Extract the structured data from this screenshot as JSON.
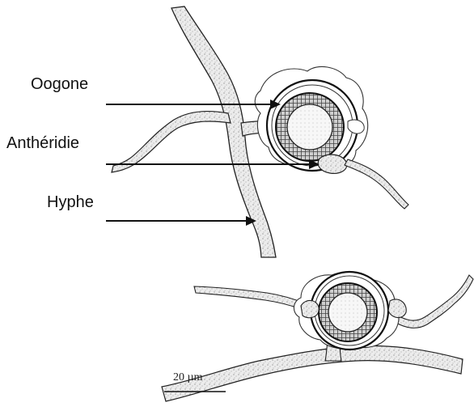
{
  "labels": {
    "oogone": "Oogone",
    "antheridie": "Anthéridie",
    "hyphe": "Hyphe"
  },
  "scale_bar": {
    "text": "20 µm"
  },
  "colors": {
    "ink": "#111111",
    "stipple_fill": "#e9e9e9"
  }
}
